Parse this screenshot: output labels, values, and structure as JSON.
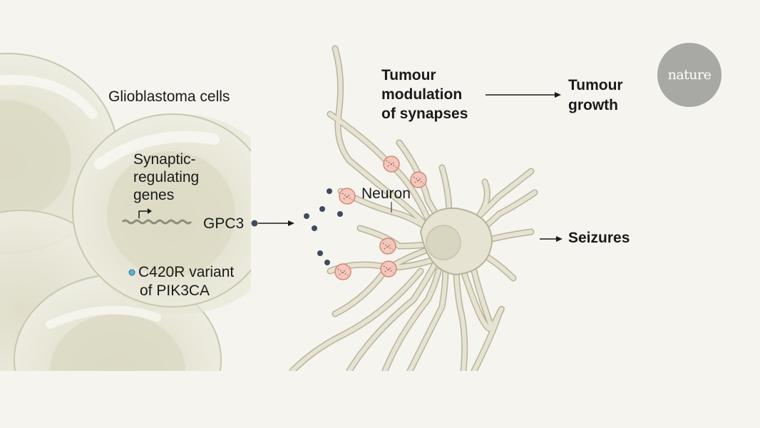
{
  "labels": {
    "glioblastoma": "Glioblastoma cells",
    "synaptic_line1": "Synaptic-",
    "synaptic_line2": "regulating",
    "synaptic_line3": "genes",
    "gpc3": "GPC3",
    "variant_line1": "C420R variant",
    "variant_line2": "of PIK3CA",
    "neuron": "Neuron",
    "modulation_line1": "Tumour",
    "modulation_line2": "modulation",
    "modulation_line3": "of synapses",
    "growth_line1": "Tumour",
    "growth_line2": "growth",
    "seizures": "Seizures"
  },
  "logo": {
    "text": "nature"
  },
  "colors": {
    "background": "#f5f4ee",
    "cell_fill": "#e7e6d6",
    "cell_outline": "#c9c7ad",
    "neuron_fill": "#e6e3d2",
    "neuron_outline": "#b7b39a",
    "synapse_fill": "#f1c7bd",
    "synapse_outline": "#d9806e",
    "protein_dot": "#3e4a5e",
    "variant_dot": "#5fb0d6",
    "logo_bg": "#a8a8a4"
  }
}
